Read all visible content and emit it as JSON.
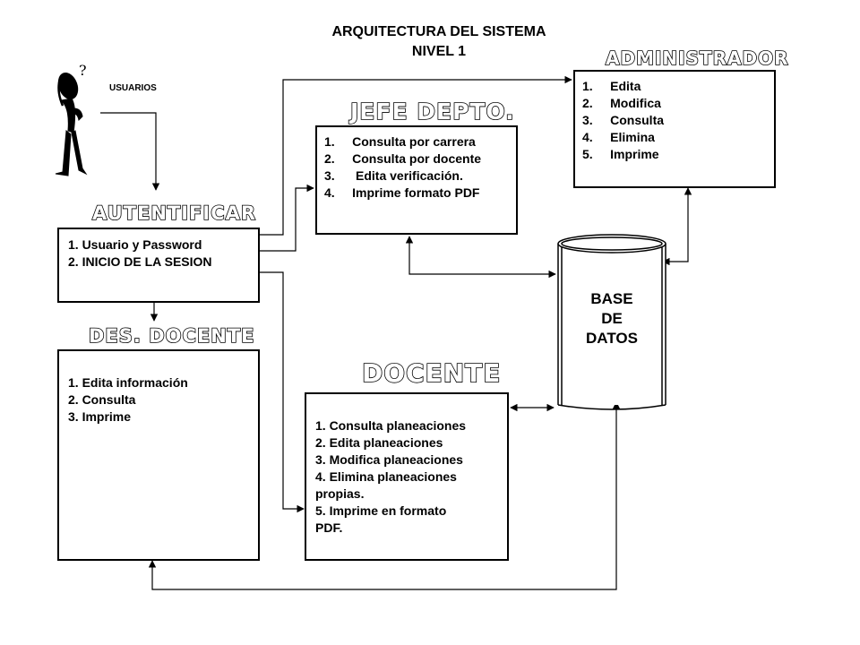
{
  "title": {
    "line1": "ARQUITECTURA DEL SISTEMA",
    "line2": "NIVEL 1"
  },
  "usuarios_label": "USUARIOS",
  "autentificar": {
    "heading": "AUTENTIFICAR",
    "items": [
      "1. Usuario y Password",
      "2. INICIO DE LA SESION"
    ]
  },
  "des_docente": {
    "heading": "DES. DOCENTE",
    "items": [
      "1. Edita información",
      "2. Consulta",
      "3. Imprime"
    ]
  },
  "jefe_depto": {
    "heading": "JEFE DEPTO.",
    "items": [
      "1.     Consulta por carrera",
      "2.     Consulta por docente",
      "3.      Edita verificación.",
      "4.     Imprime formato PDF"
    ]
  },
  "administrador": {
    "heading": "ADMINISTRADOR",
    "items": [
      "1.     Edita",
      "2.     Modifica",
      "3.     Consulta",
      "4.     Elimina",
      "5.     Imprime"
    ]
  },
  "docente": {
    "heading": "DOCENTE",
    "items": [
      "1. Consulta planeaciones",
      "2. Edita planeaciones",
      "3. Modifica planeaciones",
      "4. Elimina planeaciones",
      "propias.",
      "5. Imprime en formato",
      "PDF."
    ]
  },
  "database": {
    "line1": "BASE",
    "line2": "DE",
    "line3": "DATOS"
  }
}
